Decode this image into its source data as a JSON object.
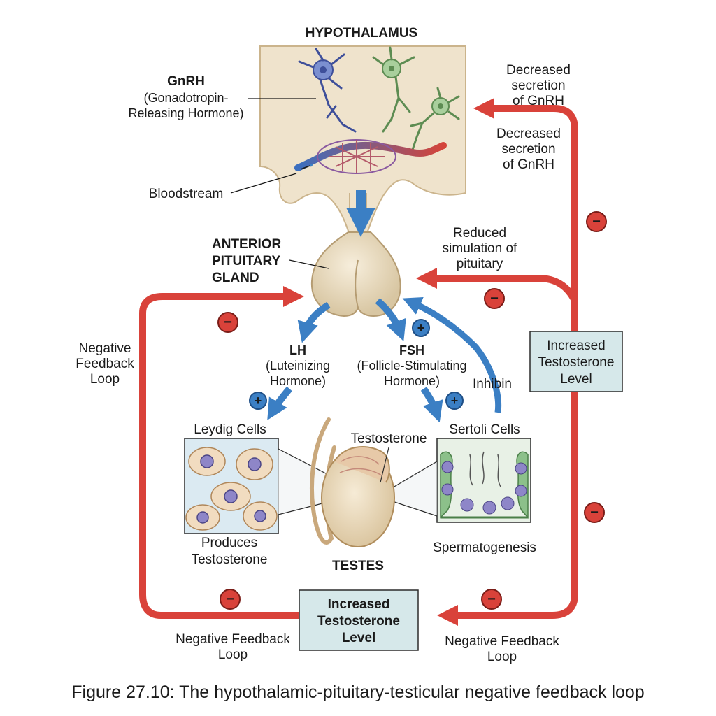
{
  "hypothalamus": {
    "title": "HYPOTHALAMUS",
    "gnrh_title": "GnRH",
    "gnrh_full_line1": "(Gonadotropin-",
    "gnrh_full_line2": "Releasing Hormone)",
    "bloodstream": "Bloodstream"
  },
  "pituitary": {
    "line1": "ANTERIOR",
    "line2": "PITUITARY",
    "line3": "GLAND"
  },
  "hormones": {
    "lh_title": "LH",
    "lh_line1": "(Luteinizing",
    "lh_line2": "Hormone)",
    "fsh_title": "FSH",
    "fsh_line1": "(Follicle-Stimulating",
    "fsh_line2": "Hormone)",
    "inhibin": "Inhibin"
  },
  "cells": {
    "leydig": "Leydig Cells",
    "leydig_desc_line1": "Produces",
    "leydig_desc_line2": "Testosterone",
    "sertoli": "Sertoli Cells",
    "sertoli_desc": "Spermatogenesis",
    "testosterone": "Testosterone",
    "testes": "TESTES"
  },
  "feedback": {
    "decreased_1_line1": "Decreased",
    "decreased_1_line2": "secretion",
    "decreased_1_line3": "of GnRH",
    "decreased_2_line1": "Decreased",
    "decreased_2_line2": "secretion",
    "decreased_2_line3": "of GnRH",
    "reduced_line1": "Reduced",
    "reduced_line2": "simulation of",
    "reduced_line3": "pituitary",
    "left_loop_line1": "Negative",
    "left_loop_line2": "Feedback",
    "left_loop_line3": "Loop",
    "bottom_left_line1": "Negative Feedback",
    "bottom_left_line2": "Loop",
    "bottom_right_line1": "Negative Feedback",
    "bottom_right_line2": "Loop",
    "box_right_line1": "Increased",
    "box_right_line2": "Testosterone",
    "box_right_line3": "Level",
    "box_bottom_line1": "Increased",
    "box_bottom_line2": "Testosterone",
    "box_bottom_line3": "Level",
    "minus": "−",
    "plus": "+"
  },
  "caption": "Figure 27.10: The hypothalamic-pituitary-testicular negative feedback loop",
  "colors": {
    "feedback_red": "#d9423a",
    "stimulate_blue": "#3b7fc4",
    "box_fill": "#d6e8ea",
    "tissue": "#efe3cc",
    "gland": "#eadcbf"
  }
}
